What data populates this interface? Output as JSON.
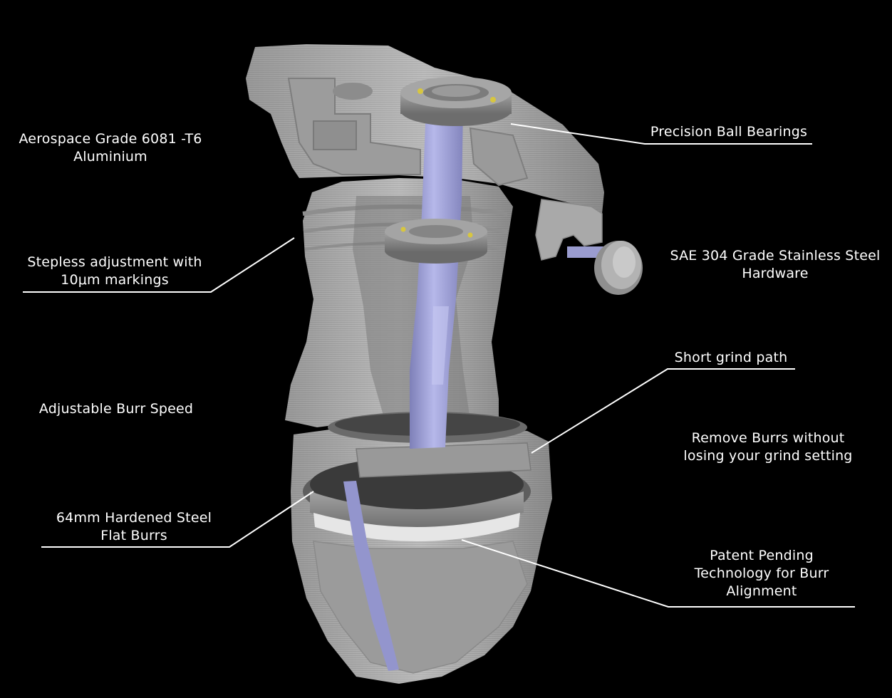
{
  "background": "#000000",
  "colors": {
    "aluminium": "#a7a7a7",
    "aluminium_light": "#c6c6c6",
    "aluminium_dark": "#6f6f6f",
    "steel": "#8a8a8a",
    "shaft": "#9da0d6",
    "callout_line": "#ffffff"
  },
  "labels": {
    "aluminium": [
      "Aerospace Grade 6081 -T6",
      "Aluminium"
    ],
    "stepless": [
      "Stepless adjustment with",
      "10μm markings"
    ],
    "burr_speed": [
      "Adjustable Burr Speed"
    ],
    "flat_burrs": [
      "64mm Hardened Steel",
      "Flat Burrs"
    ],
    "ball_bearings": [
      "Precision Ball Bearings"
    ],
    "stainless": [
      "SAE 304 Grade Stainless Steel",
      "Hardware"
    ],
    "grind_path": [
      "Short grind path"
    ],
    "remove_burrs": [
      "Remove Burrs without",
      "losing your grind setting"
    ],
    "patent": [
      "Patent Pending",
      "Technology for Burr",
      "Alignment"
    ]
  },
  "icons": {
    "grinder_cutaway": "grinder-cutaway-illustration"
  }
}
